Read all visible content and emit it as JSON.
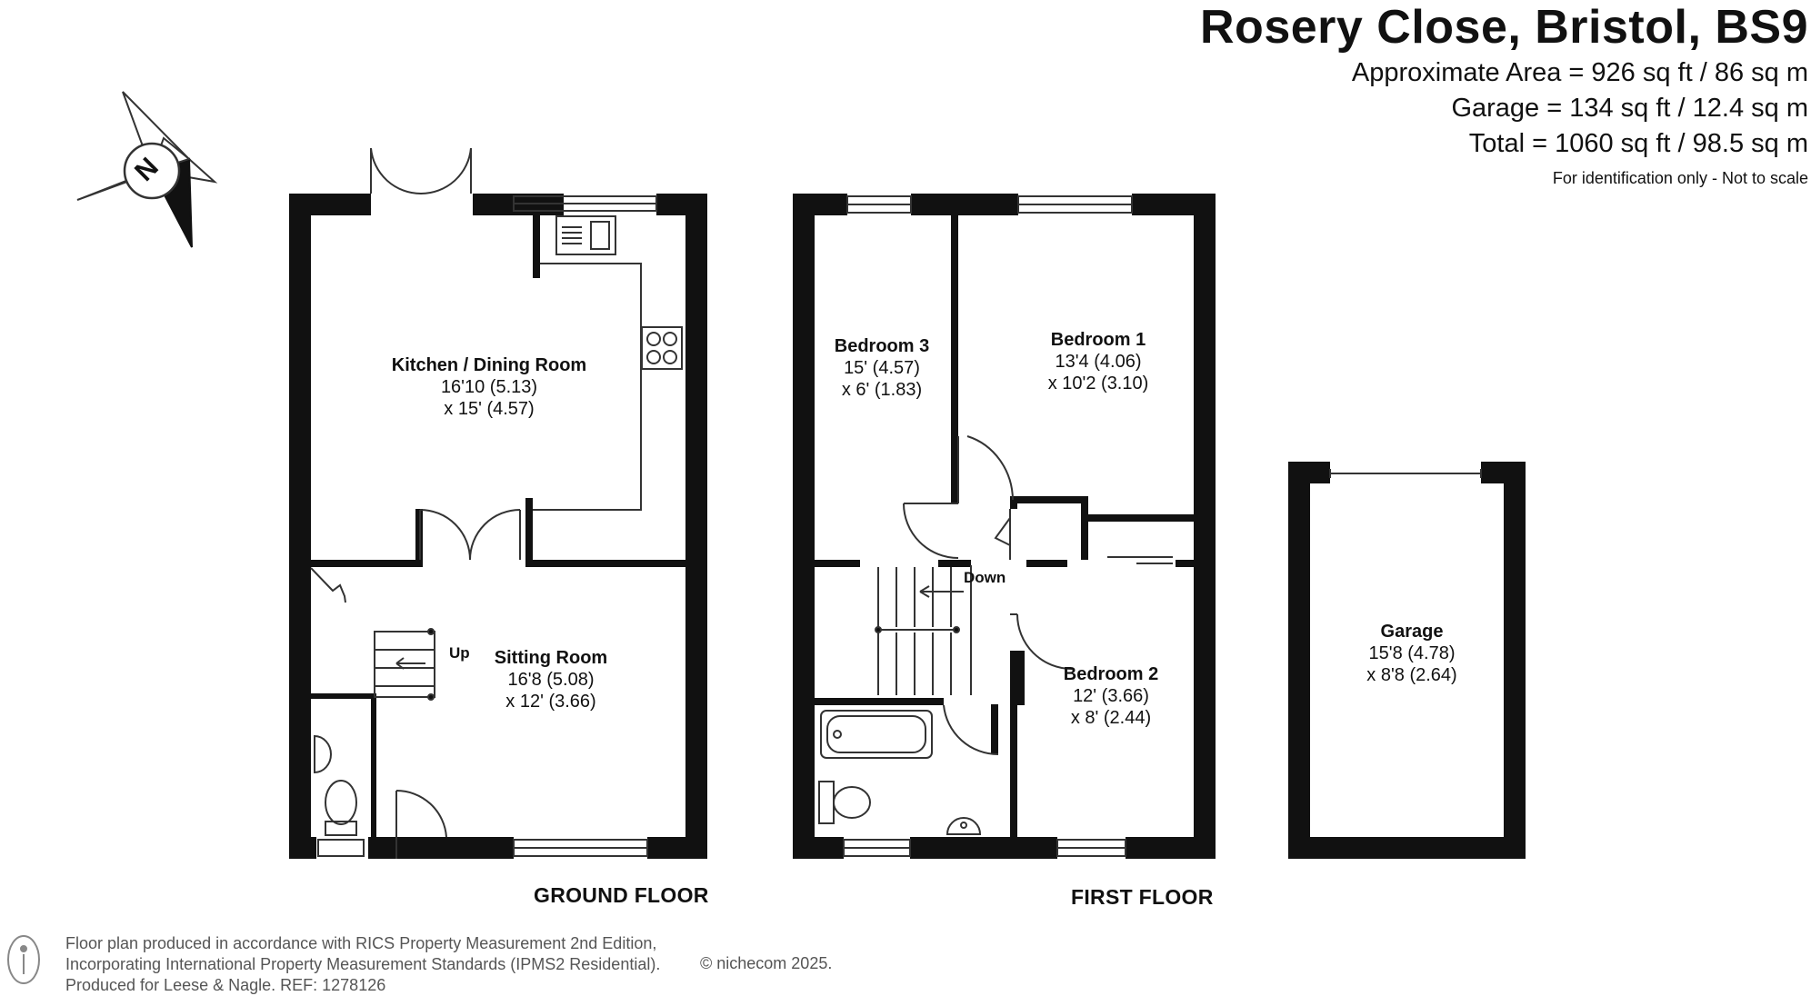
{
  "header": {
    "title": "Rosery Close, Bristol, BS9",
    "approx_area": "Approximate Area = 926 sq ft / 86 sq m",
    "garage_area": "Garage = 134 sq ft / 12.4 sq m",
    "total_area": "Total = 1060 sq ft / 98.5 sq m",
    "note": "For identification only - Not to scale"
  },
  "compass": {
    "label": "N",
    "icon": "compass-north-icon"
  },
  "rooms": {
    "kitchen": {
      "name": "Kitchen / Dining Room",
      "dim1": "16'10 (5.13)",
      "dim2": "x 15' (4.57)"
    },
    "sitting": {
      "name": "Sitting Room",
      "dim1": "16'8 (5.08)",
      "dim2": "x 12' (3.66)"
    },
    "bedroom3": {
      "name": "Bedroom 3",
      "dim1": "15' (4.57)",
      "dim2": "x 6' (1.83)"
    },
    "bedroom1": {
      "name": "Bedroom 1",
      "dim1": "13'4 (4.06)",
      "dim2": "x 10'2 (3.10)"
    },
    "bedroom2": {
      "name": "Bedroom 2",
      "dim1": "12' (3.66)",
      "dim2": "x 8' (2.44)"
    },
    "garage": {
      "name": "Garage",
      "dim1": "15'8 (4.78)",
      "dim2": "x 8'8 (2.64)"
    }
  },
  "stairs": {
    "up": "Up",
    "down": "Down"
  },
  "floors": {
    "ground": "GROUND FLOOR",
    "first": "FIRST FLOOR"
  },
  "footer": {
    "line1": "Floor plan produced in accordance with RICS Property Measurement 2nd Edition,",
    "line2": "Incorporating International Property Measurement Standards (IPMS2 Residential).",
    "line3": "Produced for Leese & Nagle.   REF:  1278126",
    "copyright": "© nichecom 2025."
  },
  "colors": {
    "wall": "#111111",
    "line": "#333333",
    "background": "#ffffff"
  }
}
